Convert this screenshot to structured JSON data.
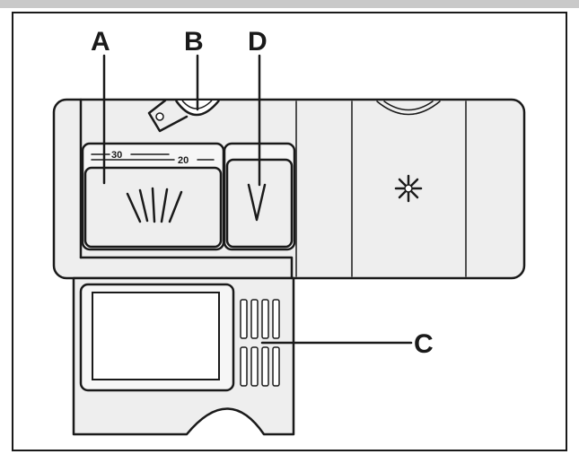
{
  "callouts": {
    "a": "A",
    "b": "B",
    "c": "C",
    "d": "D"
  },
  "scale": {
    "mark_high": "30",
    "mark_low": "20"
  },
  "icons": {
    "detergent": "detergent-spray-icon",
    "prewash": "prewash-spray-icon",
    "rinse_aid": "rinse-aid-sparkle-icon"
  },
  "colors": {
    "line": "#1a1a1a",
    "fill": "#eeeeee",
    "background": "#ffffff"
  }
}
